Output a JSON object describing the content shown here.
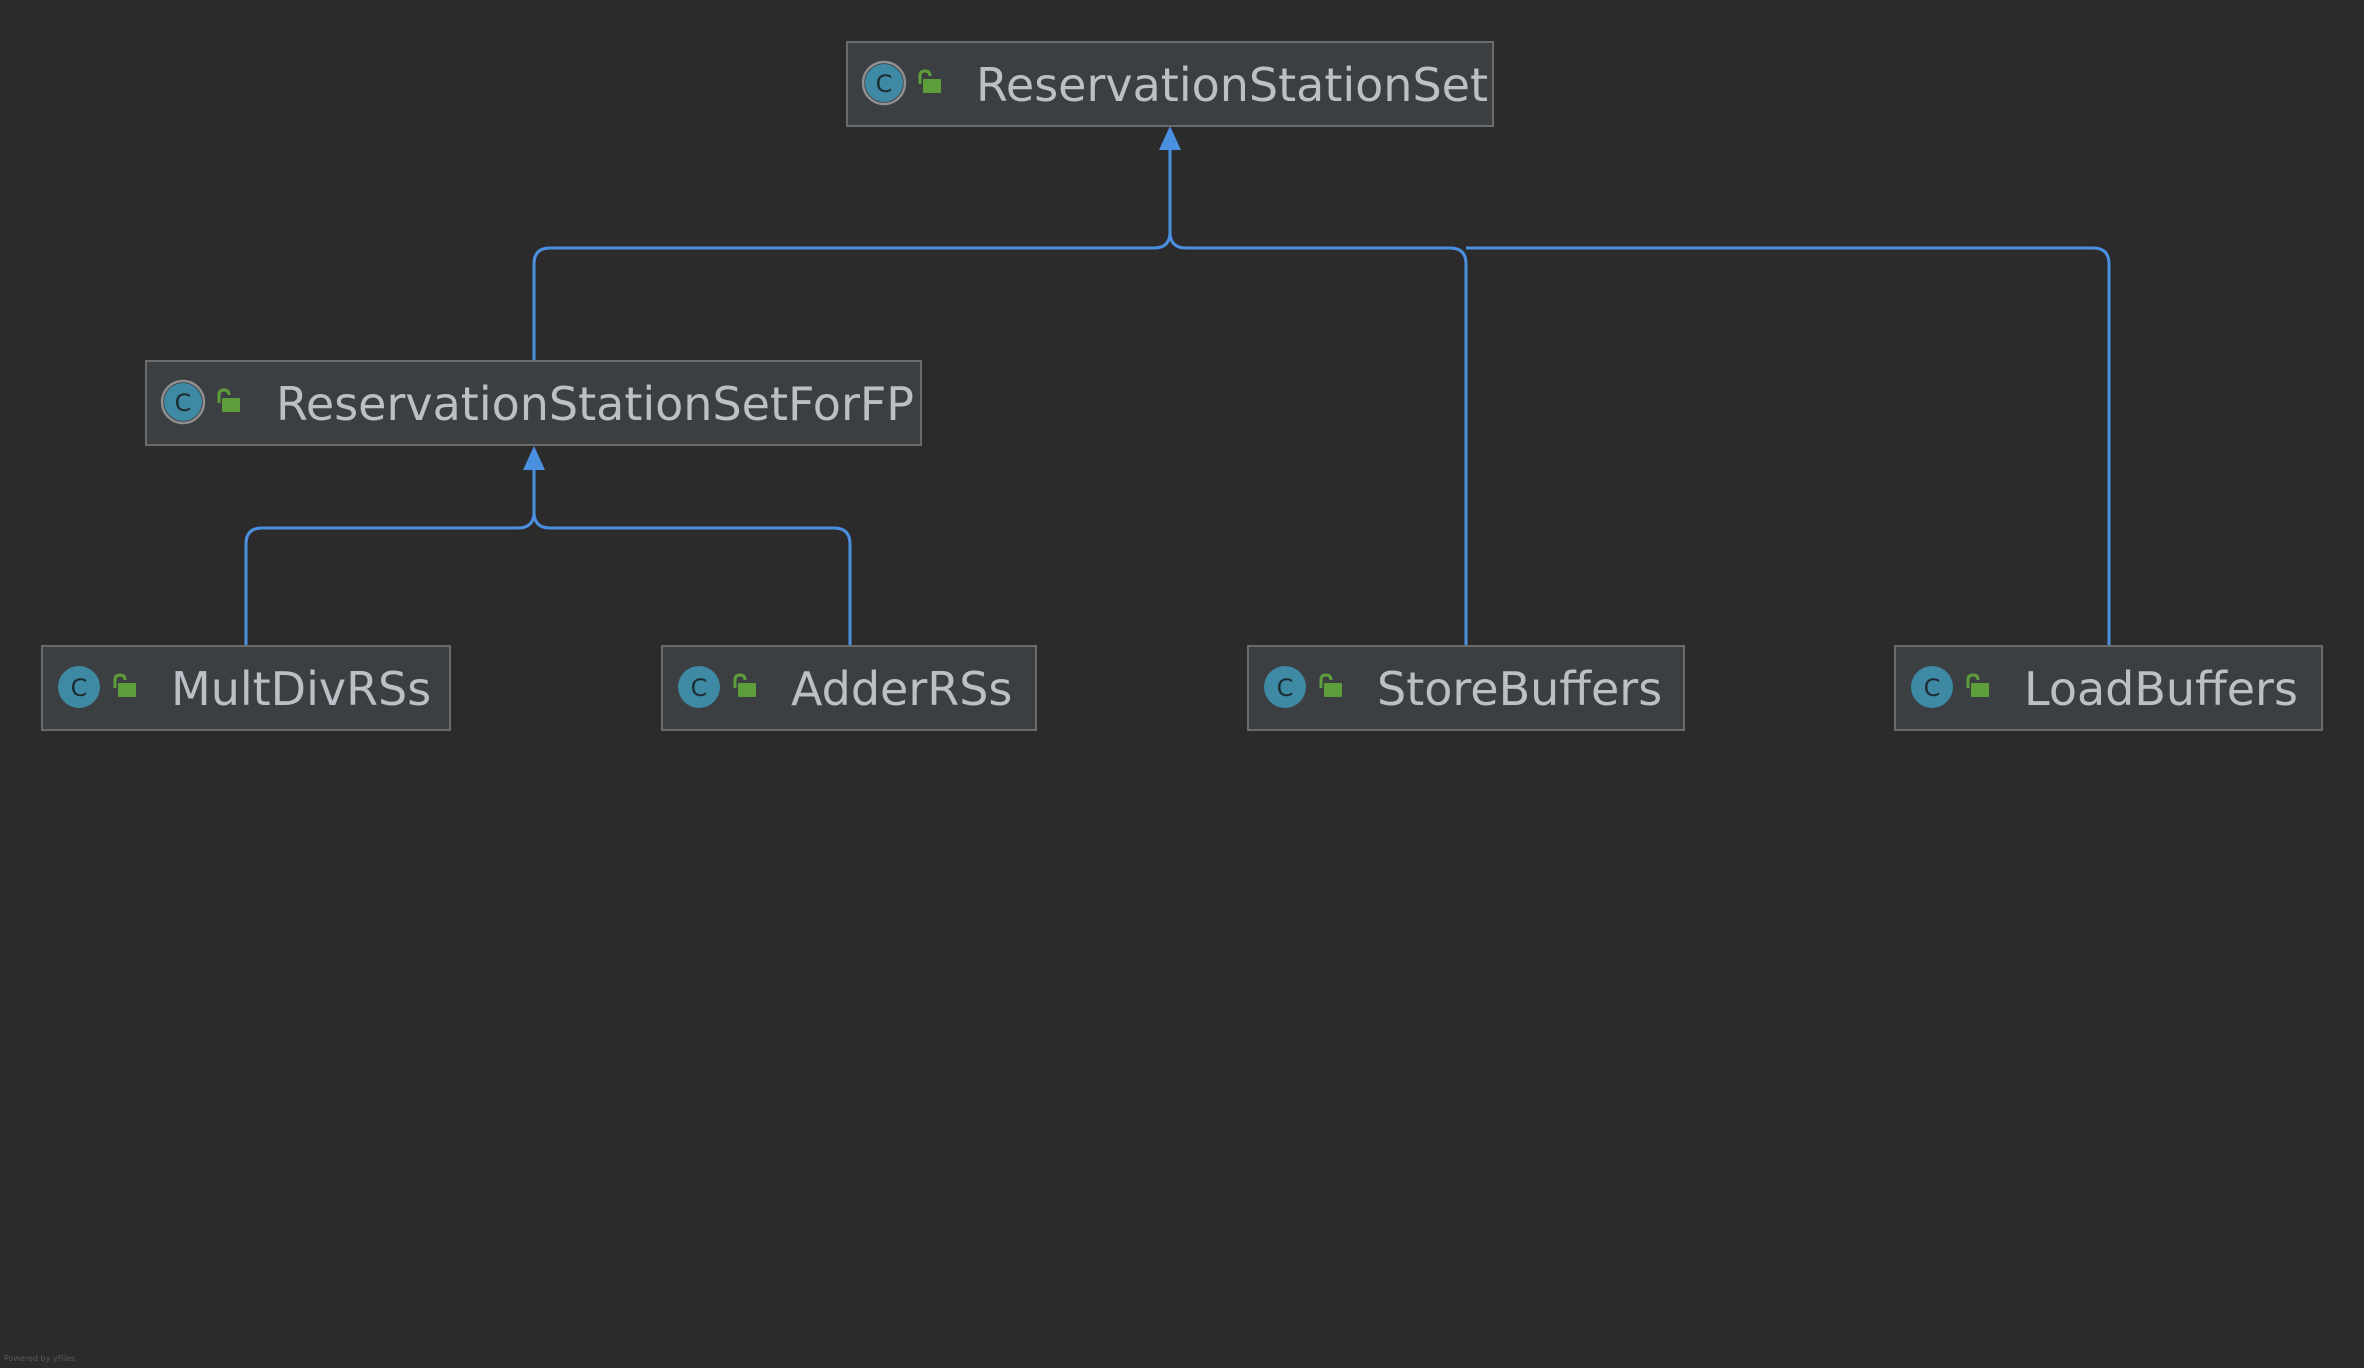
{
  "diagram": {
    "type": "class-hierarchy",
    "nodes": [
      {
        "id": "rss",
        "label": "ReservationStationSet",
        "icon": "abstract-class-icon",
        "visibility": "public-icon"
      },
      {
        "id": "rssfp",
        "label": "ReservationStationSetForFP",
        "icon": "abstract-class-icon",
        "visibility": "public-icon"
      },
      {
        "id": "multdiv",
        "label": "MultDivRSs",
        "icon": "class-icon",
        "visibility": "public-icon"
      },
      {
        "id": "adder",
        "label": "AdderRSs",
        "icon": "class-icon",
        "visibility": "public-icon"
      },
      {
        "id": "store",
        "label": "StoreBuffers",
        "icon": "class-icon",
        "visibility": "public-icon"
      },
      {
        "id": "load",
        "label": "LoadBuffers",
        "icon": "class-icon",
        "visibility": "public-icon"
      }
    ],
    "edges": [
      {
        "from": "rssfp",
        "to": "rss",
        "kind": "extends"
      },
      {
        "from": "store",
        "to": "rss",
        "kind": "extends"
      },
      {
        "from": "load",
        "to": "rss",
        "kind": "extends"
      },
      {
        "from": "multdiv",
        "to": "rssfp",
        "kind": "extends"
      },
      {
        "from": "adder",
        "to": "rssfp",
        "kind": "extends"
      }
    ],
    "icon_letter": "C",
    "colors": {
      "background": "#2b2b2b",
      "node_fill": "#3c3f41",
      "node_border": "#6b6b6b",
      "edge": "#4a8fe0",
      "class_icon": "#3e8aa5",
      "public_icon": "#5e9e3a",
      "label": "#bcc0c6"
    }
  },
  "footer": {
    "text": "Powered by yFiles"
  }
}
